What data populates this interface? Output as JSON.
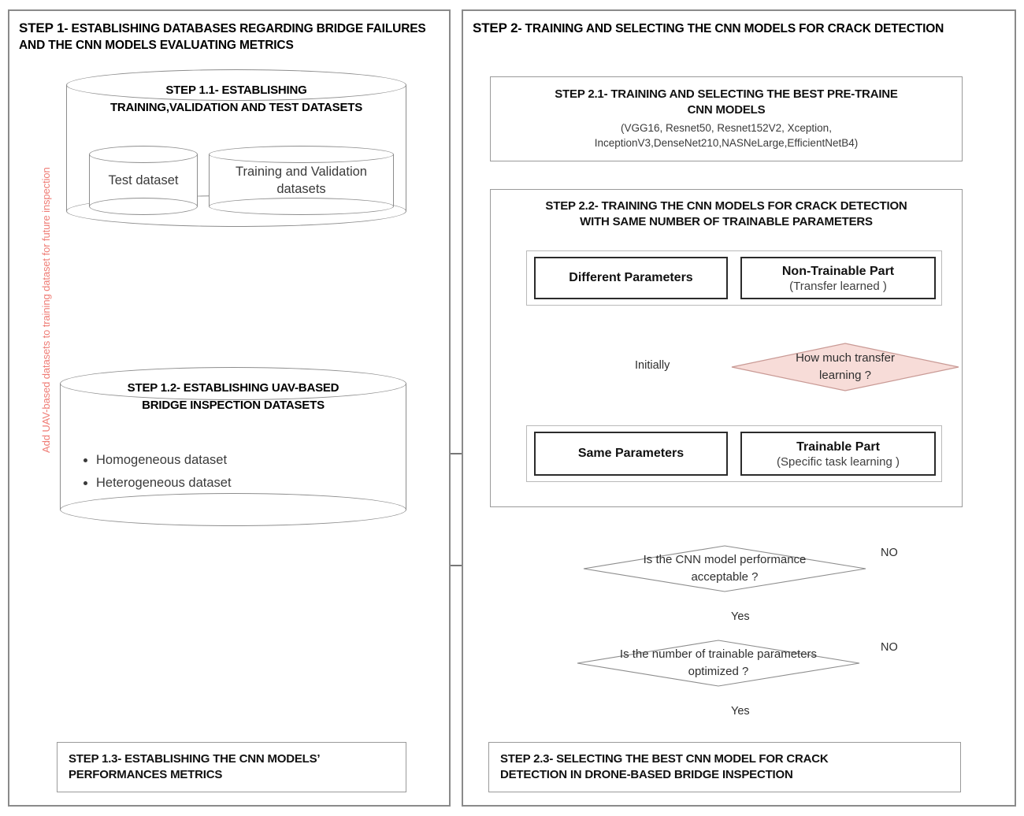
{
  "diagram": {
    "title": "Two-step methodology flowchart for CNN-based bridge crack detection"
  },
  "panels": {
    "step1": {
      "title_strong": "STEP 1",
      "title_rest": "- ESTABLISHING DATABASES REGARDING BRIDGE FAILURES AND THE CNN MODELS EVALUATING METRICS"
    },
    "step2": {
      "title_strong": "STEP 2",
      "title_rest": "- TRAINING AND  SELECTING  THE CNN MODELS FOR CRACK DETECTION"
    }
  },
  "step1_nodes": {
    "step11": {
      "title_line1": "STEP 1.1- ESTABLISHING",
      "title_line2": "TRAINING,VALIDATION AND TEST DATASETS",
      "inner_left": "Test dataset",
      "inner_right": "Training and Validation datasets"
    },
    "step12": {
      "title_line1": "STEP 1.2- ESTABLISHING UAV-BASED",
      "title_line2": "BRIDGE INSPECTION DATASETS",
      "bullets": [
        "Homogeneous dataset",
        "Heterogeneous dataset"
      ]
    },
    "step13": {
      "line1": "STEP 1.3- ESTABLISHING THE CNN MODELS’",
      "line2": "PERFORMANCES METRICS"
    }
  },
  "step2_nodes": {
    "step21": {
      "line1": "STEP 2.1- TRAINING AND SELECTING THE BEST PRE-TRAINE",
      "line2": "CNN MODELS",
      "sub1": "(VGG16, Resnet50, Resnet152V2, Xception,",
      "sub2": "InceptionV3,DenseNet210,NASNeLarge,EfficientNetB4)"
    },
    "step22": {
      "line1": "STEP 2.2- TRAINING THE CNN MODELS FOR CRACK DETECTION",
      "line2": "WITH SAME NUMBER OF TRAINABLE PARAMETERS",
      "different_parameters": "Different Parameters",
      "same_parameters": "Same Parameters",
      "non_trainable_bold": "Non-Trainable Part",
      "non_trainable_sub": "(Transfer learned )",
      "trainable_bold": "Trainable Part",
      "trainable_sub": "(Specific task learning )"
    },
    "step23": {
      "line1": "STEP 2.3- SELECTING THE BEST CNN MODEL FOR CRACK",
      "line2": "DETECTION IN DRONE-BASED BRIDGE INSPECTION"
    }
  },
  "decisions": {
    "transfer": {
      "line1": "How much transfer",
      "line2": "learning ?",
      "fill": "#f7dcd8",
      "stroke": "#c99a95"
    },
    "performance": {
      "line1": "Is the CNN model performance",
      "line2": "acceptable ?"
    },
    "optimized": {
      "line1": "Is the number of trainable parameters",
      "line2": "optimized ?"
    }
  },
  "edge_labels": {
    "initially": "Initially",
    "yes1": "Yes",
    "yes2": "Yes",
    "no1": "NO",
    "no2": "NO",
    "feedback_red": "Add UAV-based datasets to training dataset for future inspection"
  },
  "colors": {
    "panel_border": "#8a8a8a",
    "line": "#4a4a4a",
    "red_accent": "#ef7b74",
    "diamond_pink": "#f7dcd8",
    "text": "#111111"
  }
}
